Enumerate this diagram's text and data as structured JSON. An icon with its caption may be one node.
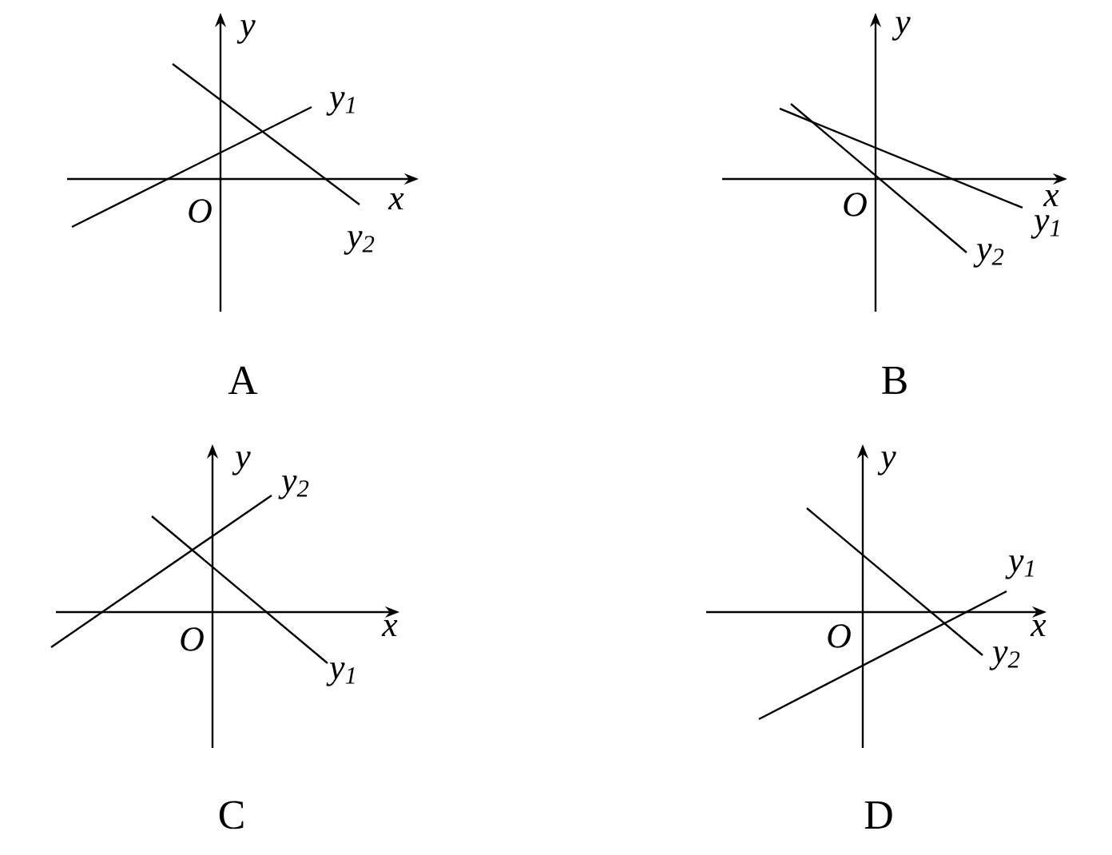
{
  "diagram": {
    "labels": [
      "y",
      "y$_{1}$",
      "x",
      "O",
      "y$_{2}$",
      "A",
      "y",
      "x",
      "O",
      "y$_{2}$",
      "y$_{1}$",
      "B",
      "y",
      "y$_{2}$",
      "x",
      "O",
      "y$_{1}$",
      "C",
      "y",
      "y$_{1}$",
      "x",
      "O",
      "y$_{2}$",
      "D"
    ]
  }
}
